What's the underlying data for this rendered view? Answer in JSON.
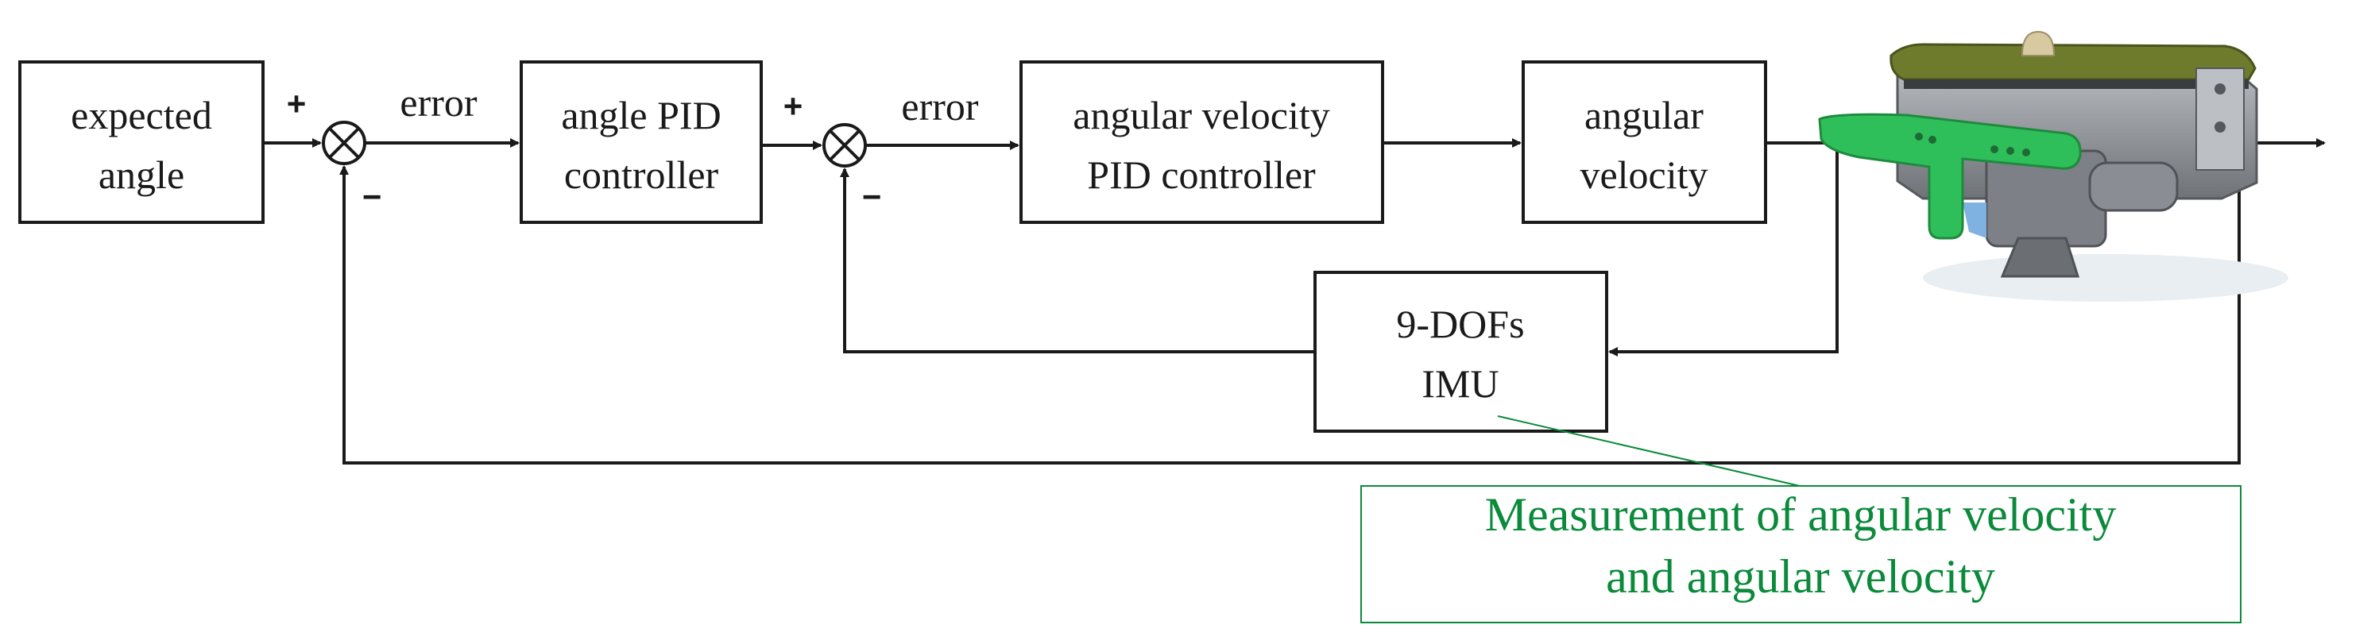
{
  "blocks": {
    "expected_angle": [
      "expected",
      "angle"
    ],
    "angle_pid": [
      "angle PID",
      "controller"
    ],
    "angular_velocity_pid": [
      "angular velocity",
      "PID controller"
    ],
    "angular_velocity": [
      "angular",
      "velocity"
    ],
    "imu": [
      "9-DOFs",
      "IMU"
    ]
  },
  "signals": {
    "error_1": "error",
    "error_2": "error",
    "plus": "+",
    "minus": "−"
  },
  "annotation": [
    "Measurement of angular velocity",
    "and angular velocity"
  ],
  "colors": {
    "line": "#1a1a1a",
    "annotation": "#0a8a3a",
    "device_green": "#2fbf5a",
    "device_gray": "#8c9096",
    "device_olive": "#6e7a2c"
  }
}
